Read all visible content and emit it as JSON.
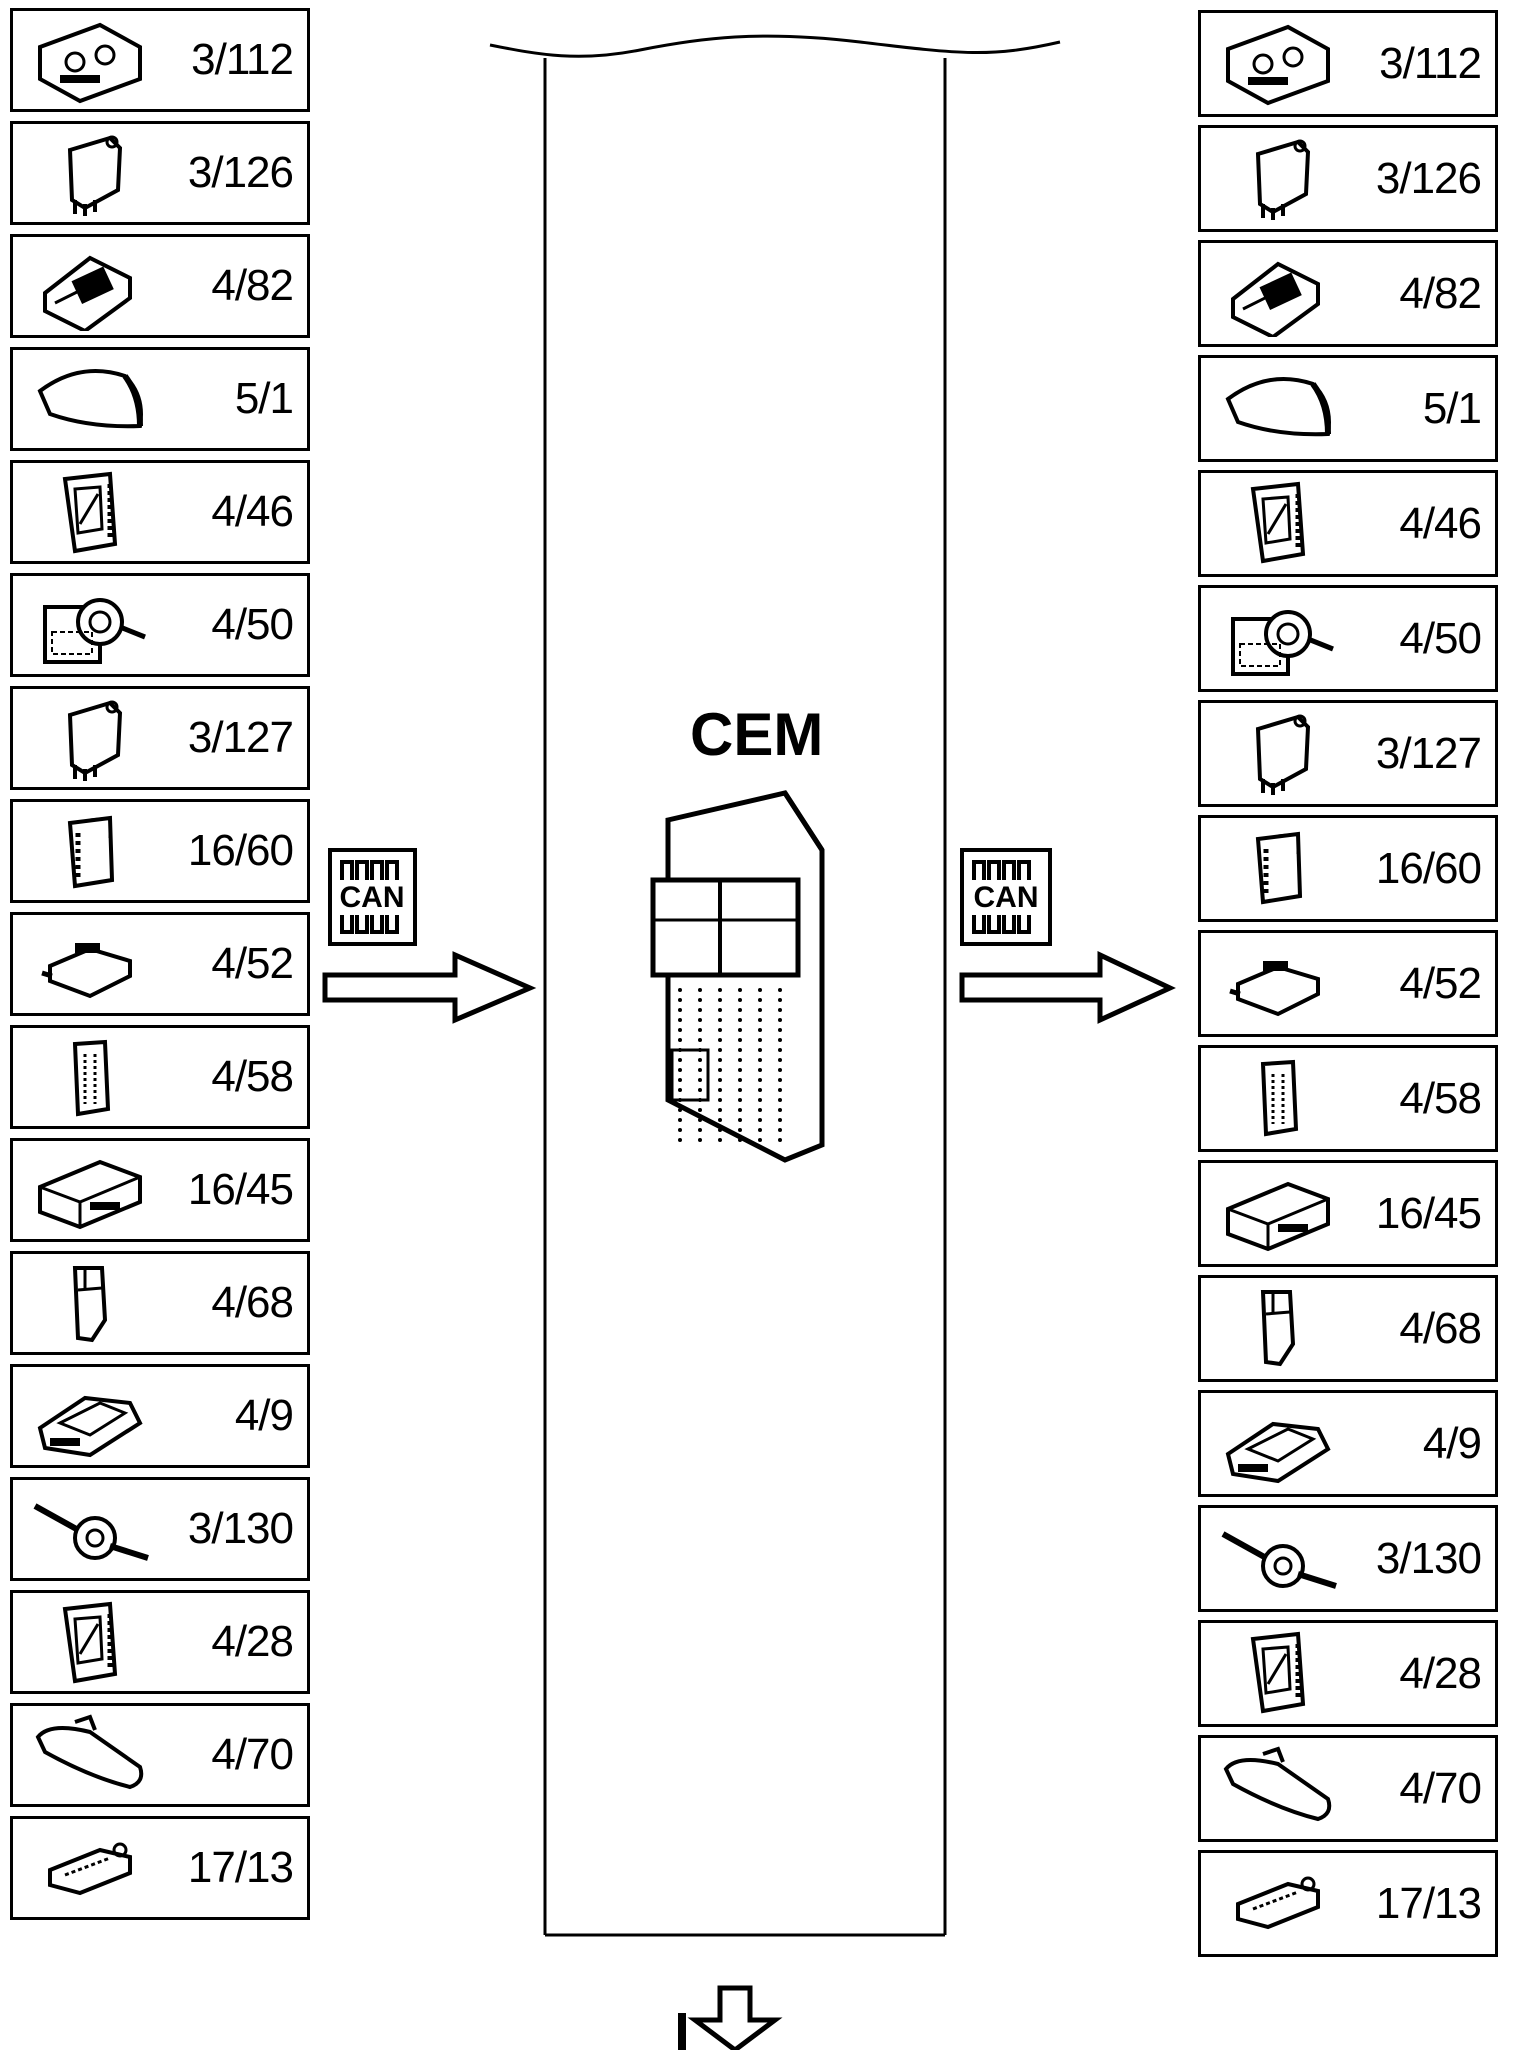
{
  "left_modules": [
    {
      "code": "3/112",
      "icon": "climate-control-panel-icon"
    },
    {
      "code": "3/126",
      "icon": "connector-plug-icon"
    },
    {
      "code": "4/82",
      "icon": "switch-panel-icon"
    },
    {
      "code": "5/1",
      "icon": "instrument-cluster-icon"
    },
    {
      "code": "4/46",
      "icon": "control-module-icon"
    },
    {
      "code": "4/50",
      "icon": "throttle-unit-icon"
    },
    {
      "code": "3/127",
      "icon": "connector-plug-icon"
    },
    {
      "code": "16/60",
      "icon": "relay-module-icon"
    },
    {
      "code": "4/52",
      "icon": "sensor-module-icon"
    },
    {
      "code": "4/58",
      "icon": "slim-module-icon"
    },
    {
      "code": "16/45",
      "icon": "box-module-icon"
    },
    {
      "code": "4/68",
      "icon": "tall-connector-icon"
    },
    {
      "code": "4/9",
      "icon": "rear-module-icon"
    },
    {
      "code": "3/130",
      "icon": "steering-switch-icon"
    },
    {
      "code": "4/28",
      "icon": "control-module-icon"
    },
    {
      "code": "4/70",
      "icon": "rearview-mirror-icon"
    },
    {
      "code": "17/13",
      "icon": "diagnostic-connector-icon"
    }
  ],
  "right_modules": [
    {
      "code": "3/112",
      "icon": "climate-control-panel-icon"
    },
    {
      "code": "3/126",
      "icon": "connector-plug-icon"
    },
    {
      "code": "4/82",
      "icon": "switch-panel-icon"
    },
    {
      "code": "5/1",
      "icon": "instrument-cluster-icon"
    },
    {
      "code": "4/46",
      "icon": "control-module-icon"
    },
    {
      "code": "4/50",
      "icon": "throttle-unit-icon"
    },
    {
      "code": "3/127",
      "icon": "connector-plug-icon"
    },
    {
      "code": "16/60",
      "icon": "relay-module-icon"
    },
    {
      "code": "4/52",
      "icon": "sensor-module-icon"
    },
    {
      "code": "4/58",
      "icon": "slim-module-icon"
    },
    {
      "code": "16/45",
      "icon": "box-module-icon"
    },
    {
      "code": "4/68",
      "icon": "tall-connector-icon"
    },
    {
      "code": "4/9",
      "icon": "rear-module-icon"
    },
    {
      "code": "3/130",
      "icon": "steering-switch-icon"
    },
    {
      "code": "4/28",
      "icon": "control-module-icon"
    },
    {
      "code": "4/70",
      "icon": "rearview-mirror-icon"
    },
    {
      "code": "17/13",
      "icon": "diagnostic-connector-icon"
    }
  ],
  "center": {
    "label": "CEM",
    "icon": "central-electronic-module-icon"
  },
  "bus_badge": {
    "label": "CAN",
    "icon": "can-bus-signal-icon"
  },
  "colors": {
    "line": "#000000",
    "background": "#ffffff"
  }
}
